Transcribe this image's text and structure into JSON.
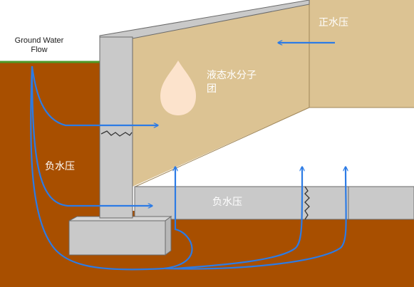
{
  "labels": {
    "ground_water_flow_line1": "Ground Water",
    "ground_water_flow_line2": "Flow",
    "positive_pressure": "正水压",
    "water_vapor_molecules_line1": "液态水分子",
    "water_vapor_molecules_line2": "团",
    "negative_pressure_soil": "负水压",
    "negative_pressure_slab": "负水压"
  },
  "icons": {
    "water_droplet": "water-droplet-icon"
  },
  "colors": {
    "soil": "#A84F00",
    "grass_line": "#4E9A28",
    "wall_face": "#DCC393",
    "concrete": "#C9C9C9",
    "water_flow": "#2C7BE5",
    "droplet": "#FCE3CC"
  }
}
